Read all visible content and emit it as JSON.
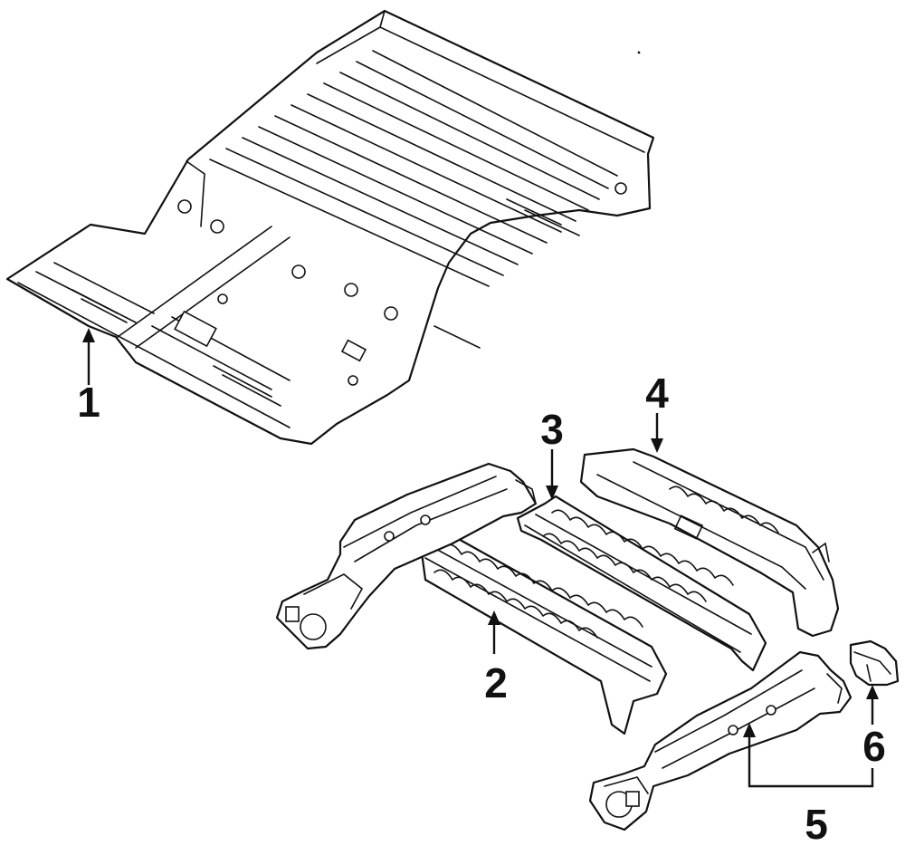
{
  "diagram": {
    "callouts": [
      {
        "id": "1",
        "label": "1",
        "part": "floor-pan"
      },
      {
        "id": "2",
        "label": "2",
        "part": "inner-crossmember"
      },
      {
        "id": "3",
        "label": "3",
        "part": "center-crossmember"
      },
      {
        "id": "4",
        "label": "4",
        "part": "rear-crossmember"
      },
      {
        "id": "5",
        "label": "5",
        "part": "side-rails"
      },
      {
        "id": "6",
        "label": "6",
        "part": "rail-bracket"
      }
    ],
    "colors": {
      "line": "#111111",
      "background": "#ffffff"
    }
  }
}
